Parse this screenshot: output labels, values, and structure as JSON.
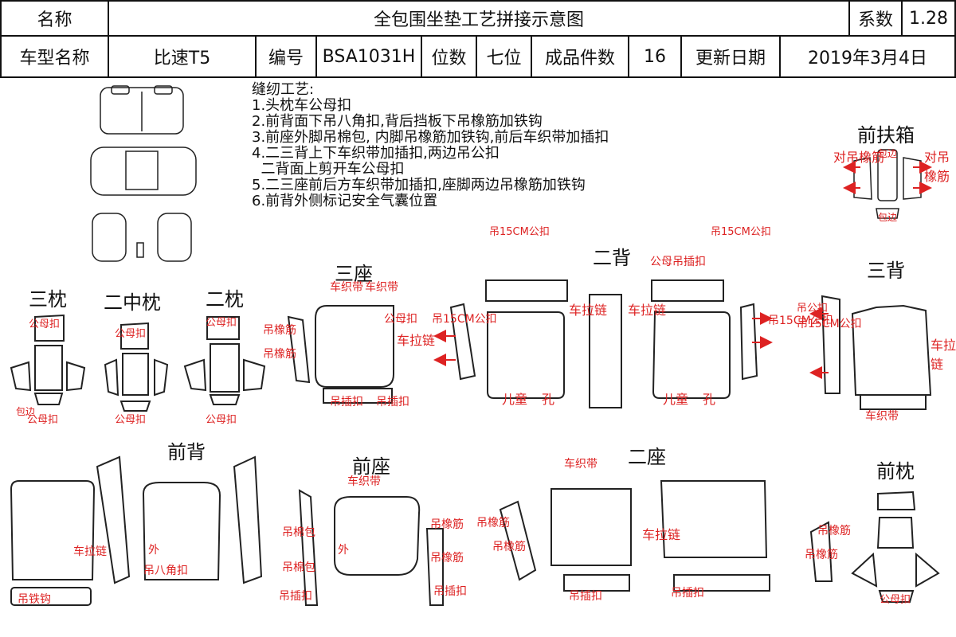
{
  "header": {
    "name_label": "名称",
    "title": "全包围坐垫工艺拼接示意图",
    "coef_label": "系数",
    "coef_value": "1.28",
    "car_model_label": "车型名称",
    "car_model": "比速T5",
    "code_label": "编号",
    "code": "BSA1031H",
    "seats_label": "位数",
    "seats": "七位",
    "pieces_label": "成品件数",
    "pieces": "16",
    "date_label": "更新日期",
    "date": "2019年3月4日"
  },
  "notes": {
    "title": "缝纫工艺:",
    "items": [
      "1.头枕车公母扣",
      "2.前背面下吊八角扣,背后挡板下吊橡筋加铁钩",
      "3.前座外脚吊棉包, 内脚吊橡筋加铁钩,前后车织带加插扣",
      "4.二三背上下车织带加插扣,两边吊公扣",
      "  二背面上剪开车公母扣",
      "5.二三座前后方车织带加插扣,座脚两边吊橡筋加铁钩",
      "6.前背外侧标记安全气囊位置"
    ]
  },
  "sections": {
    "san_zhen": "三枕",
    "er_zhong_zhen": "二中枕",
    "er_zhen": "二枕",
    "san_zuo": "三座",
    "er_bei": "二背",
    "san_bei": "三背",
    "qian_fu_xiang": "前扶箱",
    "qian_bei": "前背",
    "qian_zuo": "前座",
    "er_zuo": "二座",
    "qian_zhen": "前枕"
  },
  "labels": {
    "gongmu_kou": "公母扣",
    "bao_bian": "包边",
    "che_zhi_dai": "车织带",
    "diao_chajin": "吊橡筋",
    "gong_kou": "公扣",
    "diao_gong_kou": "吊公扣",
    "che_la_lian": "车拉链",
    "diao_cha_kou": "吊插扣",
    "diao_15cm": "吊15CM公扣",
    "er_tong": "儿童",
    "kong": "孔",
    "wai": "外",
    "diao_mianbao": "吊棉包",
    "diao_bajiao": "吊八角扣",
    "diao_tiegou": "吊铁钩",
    "gongmu_diaochakou": "公母吊插扣",
    "dui_diao_xiangjin": "对吊橡筋",
    "bao_bian_short": "包边"
  }
}
